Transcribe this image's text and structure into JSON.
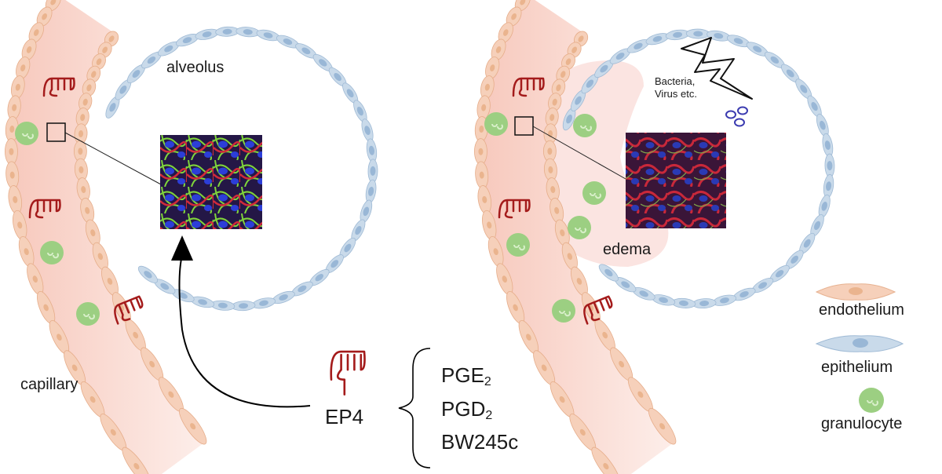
{
  "labels": {
    "alveolus": "alveolus",
    "capillary": "capillary",
    "pathogens": [
      "Bacteria,",
      "Virus etc."
    ],
    "edema": "edema",
    "receptor": "EP4"
  },
  "ligands": [
    {
      "base": "PGE",
      "sub": "2"
    },
    {
      "base": "PGD",
      "sub": "2"
    },
    {
      "base": "BW245c",
      "sub": ""
    }
  ],
  "legend": [
    {
      "label": "endothelium",
      "icon": "endothelial-cell-icon"
    },
    {
      "label": "epithelium",
      "icon": "epithelial-cell-icon"
    },
    {
      "label": "granulocyte",
      "icon": "granulocyte-icon"
    }
  ],
  "colors": {
    "endothelium_fill": "#f6d0ba",
    "endothelium_nucleus": "#eab48e",
    "capillary_lumen": "#f9d7cf",
    "epithelium_fill": "#c9daea",
    "epithelium_nucleus": "#99b7d6",
    "granulocyte": "#9ccf82",
    "edema": "#fbe3df",
    "receptor": "#a41b1b",
    "pathogen": "#3b3bb0"
  }
}
